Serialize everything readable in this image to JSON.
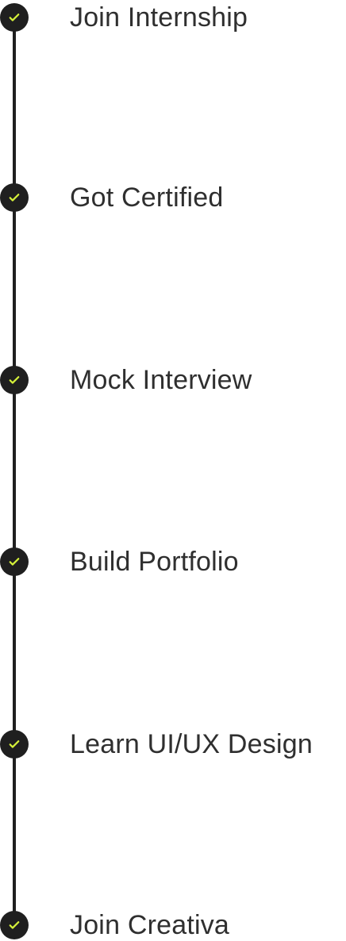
{
  "colors": {
    "line": "#1f1f1f",
    "dot": "#1f1f1f",
    "check": "#d6f23a",
    "text": "#2f2f2f"
  },
  "timeline": {
    "steps": [
      {
        "label": "Join Internship",
        "icon": "check-icon",
        "status": "completed"
      },
      {
        "label": "Got Certified",
        "icon": "check-icon",
        "status": "completed"
      },
      {
        "label": "Mock Interview",
        "icon": "check-icon",
        "status": "completed"
      },
      {
        "label": "Build Portfolio",
        "icon": "check-icon",
        "status": "completed"
      },
      {
        "label": "Learn UI/UX Design",
        "icon": "check-icon",
        "status": "completed"
      },
      {
        "label": "Join Creativa",
        "icon": "check-icon",
        "status": "completed"
      }
    ]
  }
}
